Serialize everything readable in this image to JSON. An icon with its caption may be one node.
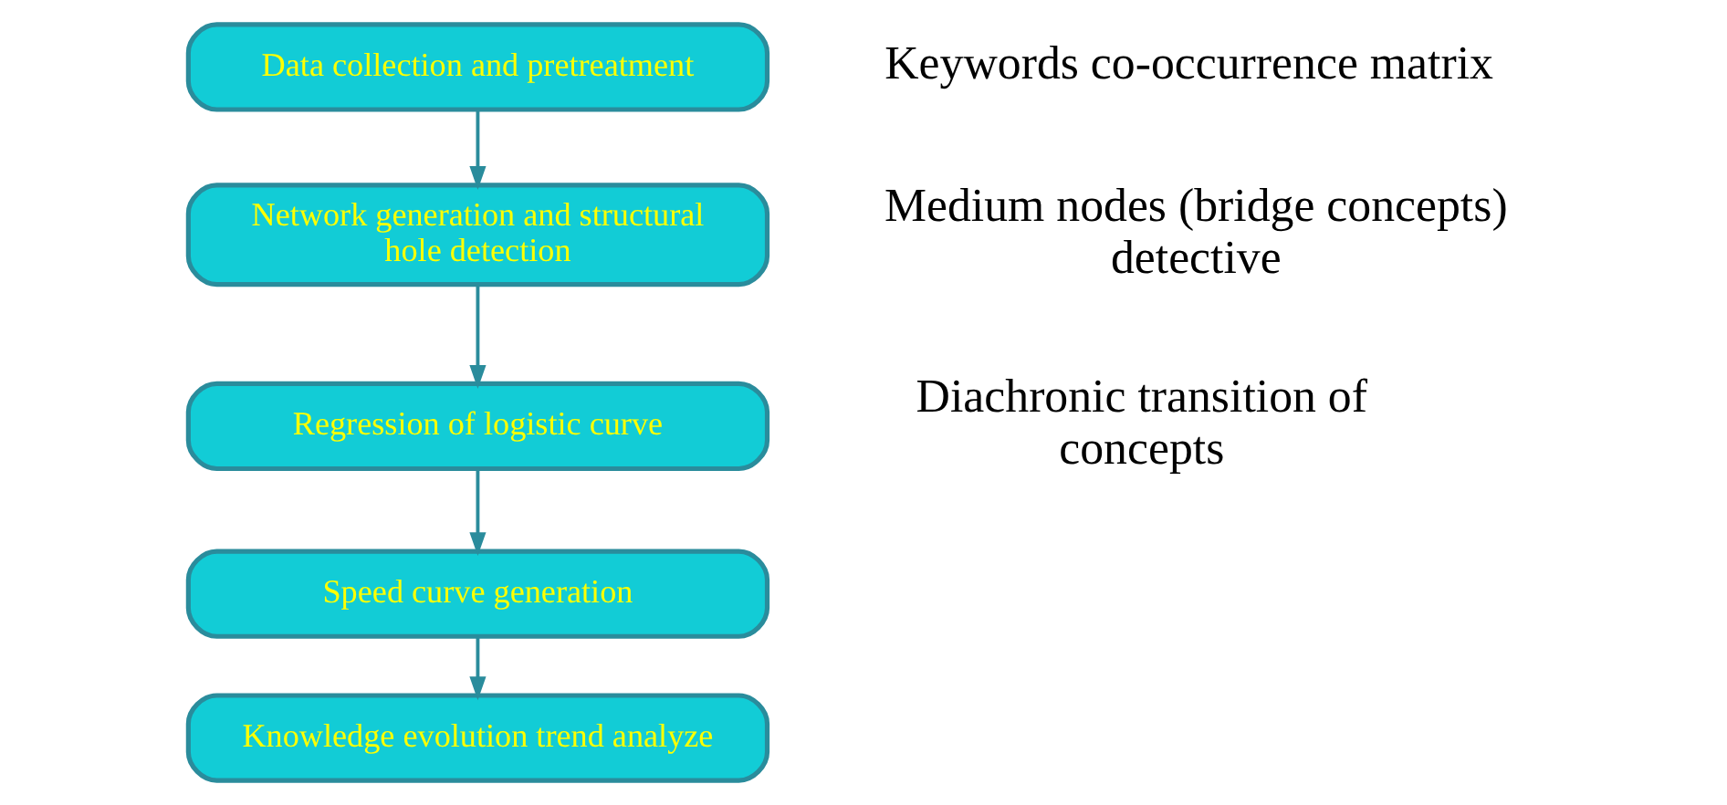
{
  "diagram": {
    "nodes": [
      {
        "text": [
          "Data collection and pretreatment"
        ]
      },
      {
        "text": [
          "Network generation and structural hole detection"
        ]
      },
      {
        "text": [
          "Regression of logistic curve"
        ]
      },
      {
        "text": [
          "Speed curve generation"
        ]
      },
      {
        "text": [
          "Knowledge evolution trend analyze"
        ]
      }
    ],
    "edges": [
      {
        "from": 0,
        "to": 1,
        "arrow": "to"
      },
      {
        "from": 1,
        "to": 2,
        "arrow": "to"
      },
      {
        "from": 2,
        "to": 3,
        "arrow": "to"
      },
      {
        "from": 3,
        "to": 4,
        "arrow": "to"
      }
    ],
    "labels": [
      "Keywords co-occurrence matrix",
      "Medium nodes (bridge concepts) detective",
      "Diachronic transition of concepts"
    ]
  }
}
